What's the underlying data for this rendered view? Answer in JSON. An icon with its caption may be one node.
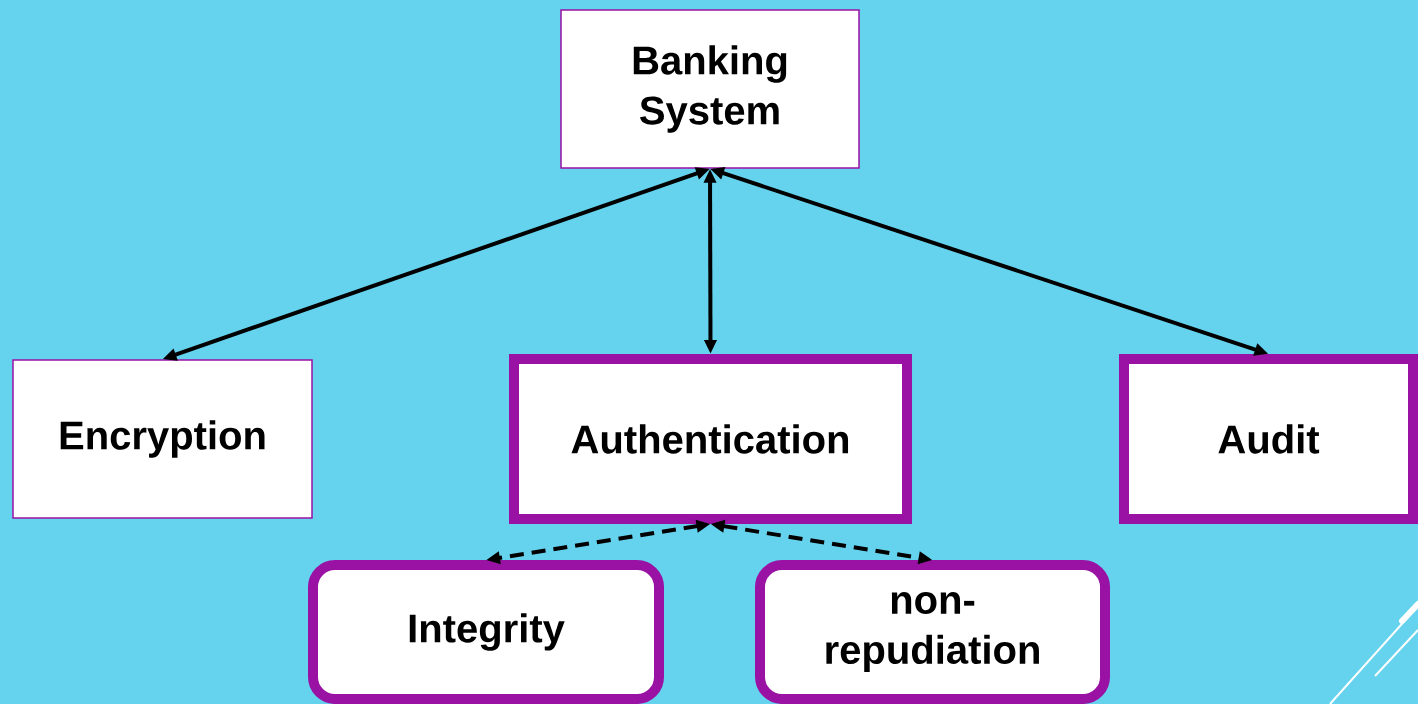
{
  "diagram": {
    "nodes": [
      {
        "text": [
          "Banking System"
        ]
      },
      {
        "text": [
          "Encryption"
        ]
      },
      {
        "text": [
          "Authentication"
        ]
      },
      {
        "text": [
          "Audit"
        ]
      },
      {
        "text": [
          "Integrity"
        ]
      },
      {
        "text": [
          "non-repudiation"
        ]
      }
    ],
    "edges": [
      {
        "from": 0,
        "to": 1,
        "arrow": "both"
      },
      {
        "from": 0,
        "to": 2,
        "arrow": "both"
      },
      {
        "from": 0,
        "to": 3,
        "arrow": "both"
      },
      {
        "from": 2,
        "to": 4,
        "arrow": "both",
        "style": "dashed"
      },
      {
        "from": 2,
        "to": 5,
        "arrow": "both",
        "style": "dashed"
      }
    ]
  }
}
